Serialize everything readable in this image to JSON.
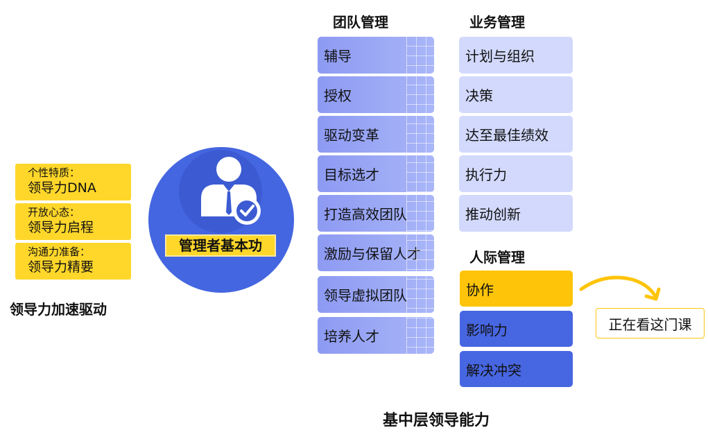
{
  "left_panel": {
    "boxes": [
      {
        "line1": "个性特质：",
        "line2": "领导力DNA"
      },
      {
        "line1": "开放心态：",
        "line2": "领导力启程"
      },
      {
        "line1": "沟通力准备：",
        "line2": "领导力精要"
      }
    ],
    "caption": "领导力加速驱动"
  },
  "center": {
    "label": "管理者基本功",
    "icon": "manager-check-icon",
    "colors": {
      "circle": "#4466e0",
      "label_bg": "#ffd72a"
    }
  },
  "team_column": {
    "title": "团队管理",
    "items": [
      "辅导",
      "授权",
      "驱动变革",
      "目标选才",
      "打造高效团队",
      "激励与保留人才",
      "领导虚拟团队",
      "培养人才"
    ]
  },
  "business_column": {
    "title": "业务管理",
    "items": [
      "计划与组织",
      "决策",
      "达至最佳绩效",
      "执行力",
      "推动创新"
    ]
  },
  "people_column": {
    "title": "人际管理",
    "items": [
      "协作",
      "影响力",
      "解决冲突"
    ],
    "highlight_color": "#fec40a"
  },
  "current_course_badge": "正在看这门课",
  "footer_caption": "基中层领导能力"
}
